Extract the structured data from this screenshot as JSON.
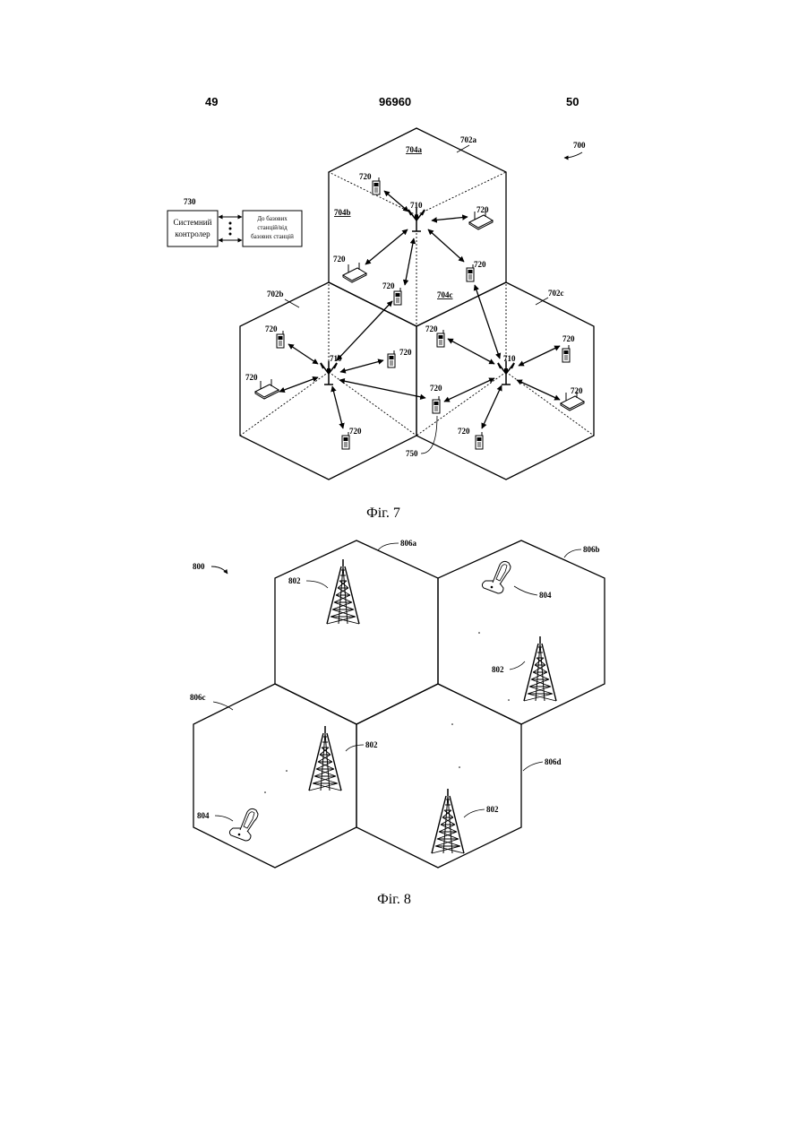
{
  "header": {
    "left_page_number": "49",
    "patent_number": "96960",
    "right_page_number": "50"
  },
  "figure7": {
    "reference": "700",
    "caption": "Фіг. 7",
    "controller_label": "730",
    "controller_text_line1": "Системний",
    "controller_text_line2": "контролер",
    "stations_text_line1": "До базових",
    "stations_text_line2": "станцій/від",
    "stations_text_line3": "базових станцій",
    "cell_a": "702a",
    "cell_b": "702b",
    "cell_c": "702c",
    "sector_a": "704a",
    "sector_b": "704b",
    "sector_c": "704c",
    "base_station": "710",
    "terminal": "720",
    "soft_handoff_terminal": "750"
  },
  "figure8": {
    "reference": "800",
    "caption": "Фіг. 8",
    "cell_a": "806a",
    "cell_b": "806b",
    "cell_c": "806c",
    "cell_d": "806d",
    "tower": "802",
    "mobile": "804"
  }
}
